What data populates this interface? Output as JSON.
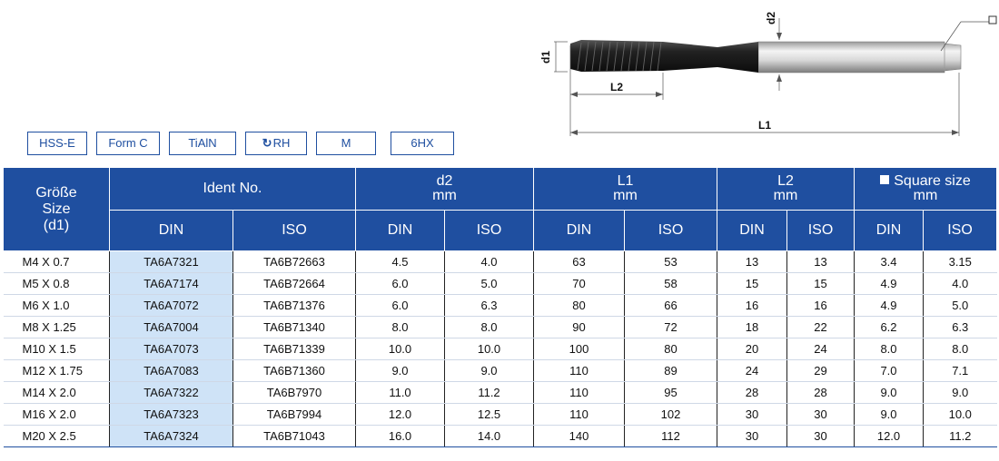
{
  "drawing": {
    "labels": {
      "d1": "d1",
      "d2": "d2",
      "l2": "L2",
      "l1": "L1"
    },
    "square_icon": "square-icon"
  },
  "badges": [
    "HSS-E",
    "Form C",
    "TiAlN",
    "RH",
    "M",
    "6HX"
  ],
  "table": {
    "headers": {
      "size": [
        "Größe",
        "Size",
        "(d1)"
      ],
      "ident": "Ident No.",
      "d2": [
        "d2",
        "mm"
      ],
      "l1": [
        "L1",
        "mm"
      ],
      "l2": [
        "L2",
        "mm"
      ],
      "square": [
        "Square size",
        "mm"
      ],
      "din": "DIN",
      "iso": "ISO"
    },
    "rows": [
      [
        "M4 X 0.7",
        "TA6A7321",
        "TA6B72663",
        "4.5",
        "4.0",
        "63",
        "53",
        "13",
        "13",
        "3.4",
        "3.15"
      ],
      [
        "M5 X 0.8",
        "TA6A7174",
        "TA6B72664",
        "6.0",
        "5.0",
        "70",
        "58",
        "15",
        "15",
        "4.9",
        "4.0"
      ],
      [
        "M6 X 1.0",
        "TA6A7072",
        "TA6B71376",
        "6.0",
        "6.3",
        "80",
        "66",
        "16",
        "16",
        "4.9",
        "5.0"
      ],
      [
        "M8 X 1.25",
        "TA6A7004",
        "TA6B71340",
        "8.0",
        "8.0",
        "90",
        "72",
        "18",
        "22",
        "6.2",
        "6.3"
      ],
      [
        "M10 X 1.5",
        "TA6A7073",
        "TA6B71339",
        "10.0",
        "10.0",
        "100",
        "80",
        "20",
        "24",
        "8.0",
        "8.0"
      ],
      [
        "M12 X 1.75",
        "TA6A7083",
        "TA6B71360",
        "9.0",
        "9.0",
        "110",
        "89",
        "24",
        "29",
        "7.0",
        "7.1"
      ],
      [
        "M14 X 2.0",
        "TA6A7322",
        "TA6B7970",
        "11.0",
        "11.2",
        "110",
        "95",
        "28",
        "28",
        "9.0",
        "9.0"
      ],
      [
        "M16 X 2.0",
        "TA6A7323",
        "TA6B7994",
        "12.0",
        "12.5",
        "110",
        "102",
        "30",
        "30",
        "9.0",
        "10.0"
      ],
      [
        "M20 X 2.5",
        "TA6A7324",
        "TA6B71043",
        "16.0",
        "14.0",
        "140",
        "112",
        "30",
        "30",
        "12.0",
        "11.2"
      ]
    ]
  }
}
